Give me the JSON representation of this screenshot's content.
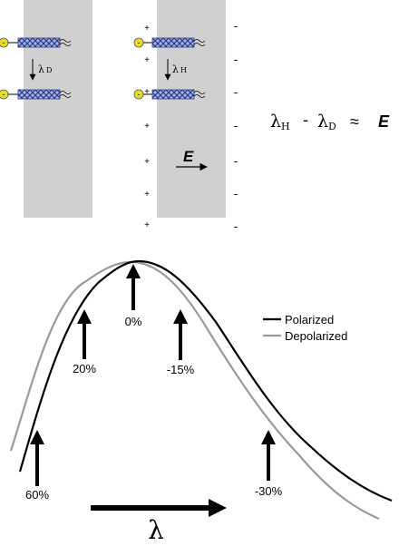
{
  "top_panel": {
    "left_membrane": {
      "shift_label_symbol": "λ",
      "shift_label_sub": "D",
      "probe_charge": "-"
    },
    "right_membrane": {
      "shift_label_symbol": "λ",
      "shift_label_sub": "H",
      "probe_charge": "-",
      "left_charges": [
        "+",
        "+",
        "+",
        "+",
        "+",
        "+",
        "+"
      ],
      "right_charges": [
        "-",
        "-",
        "-",
        "-",
        "-",
        "-",
        "-"
      ],
      "field_label": "E"
    },
    "equation": {
      "lambda_1": "λ",
      "sub_1": "H",
      "minus": "-",
      "lambda_2": "λ",
      "sub_2": "D",
      "approx": "≈",
      "field": "E"
    }
  },
  "spectrum_panel": {
    "legend": [
      {
        "name": "Polarized",
        "color": "#000000"
      },
      {
        "name": "Depolarized",
        "color": "#9a9a9a"
      }
    ],
    "arrow_labels": [
      "60%",
      "20%",
      "0%",
      "-15%",
      "-30%"
    ],
    "x_axis_symbol": "λ"
  },
  "colors": {
    "membrane": "#d0d0d0",
    "probe_body": "#a9b3e0",
    "probe_pattern": "#283a8c",
    "probe_charge": "#e8de2a"
  }
}
